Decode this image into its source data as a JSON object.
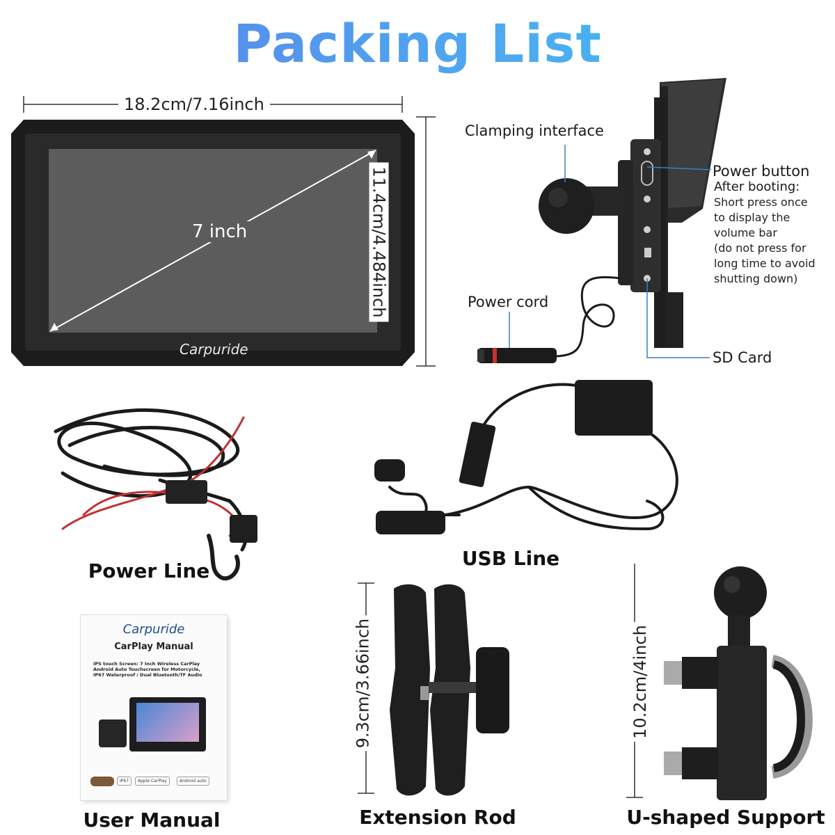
{
  "title": "Packing List",
  "dimensions": {
    "width": "18.2cm/7.16inch",
    "height": "11.4cm/4.484inch",
    "diagonal": "7 inch",
    "extension_rod": "9.3cm/3.66inch",
    "u_support": "10.2cm/4inch"
  },
  "device": {
    "brand": "Carpuride",
    "labels": {
      "clamping": "Clamping interface",
      "power_button": "Power button",
      "after_booting": "After booting:",
      "note_lines": [
        "Short press once",
        "to display the",
        "volume bar",
        "(do not press for",
        "long time to avoid",
        "shutting down)"
      ],
      "power_cord": "Power cord",
      "sd_card": "SD Card"
    }
  },
  "items": {
    "power_line": "Power Line",
    "usb_line": "USB Line",
    "user_manual": "User Manual",
    "extension_rod": "Extension Rod",
    "u_support": "U-shaped Support"
  },
  "manual": {
    "brand": "Carpuride",
    "title": "CarPlay Manual",
    "desc_lines": [
      "IPS touch Screen: 7 Inch Wireless CarPlay",
      "Android Auto Touchscreen for Motorcycle,",
      "IP67 Waterproof / Dual Bluetooth/TF Audio"
    ],
    "badges": [
      "IP67",
      "Apple CarPlay",
      "Android auto"
    ]
  },
  "colors": {
    "title_start": "#5b7de8",
    "title_end": "#3fc1f2",
    "callout": "#3a7fc0"
  }
}
